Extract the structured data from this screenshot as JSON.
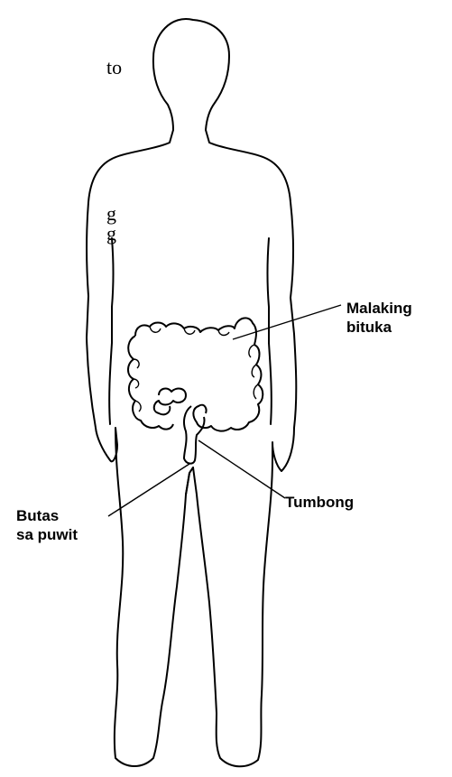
{
  "left_text_fragments": [
    "to",
    "g",
    "g"
  ],
  "labels": {
    "large_intestine": {
      "line1": "Malaking",
      "line2": "bituka"
    },
    "rectum": {
      "text": "Tumbong"
    },
    "anus": {
      "line1": "Butas",
      "line2": "sa puwit"
    }
  }
}
